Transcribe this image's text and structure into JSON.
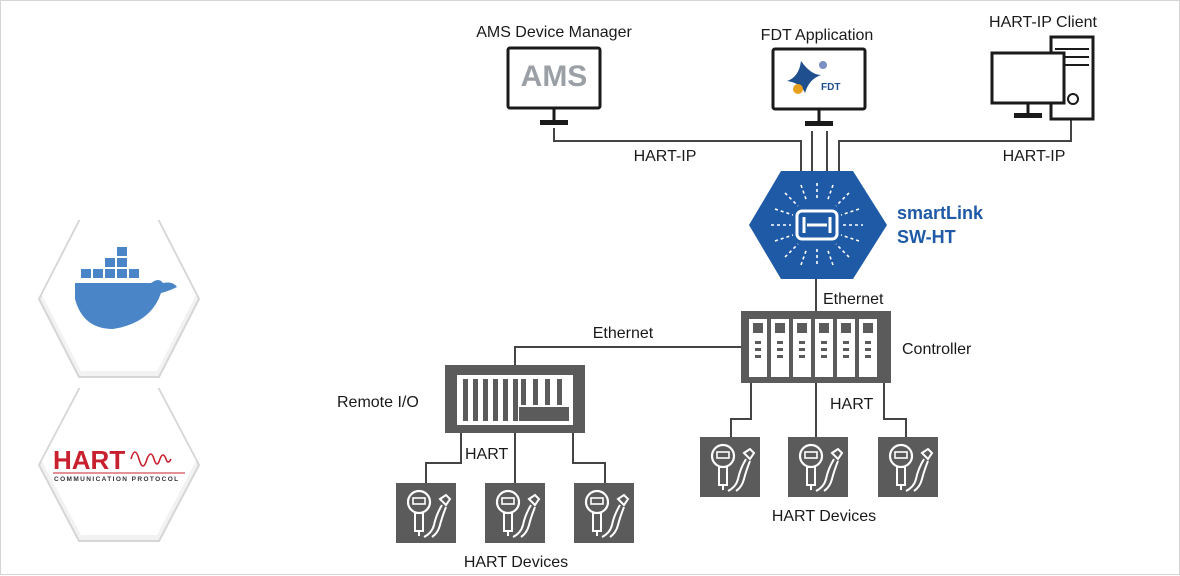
{
  "labels": {
    "ams_manager": "AMS Device Manager",
    "fdt_app": "FDT Application",
    "hart_ip_client": "HART-IP Client",
    "hart_ip_left": "HART-IP",
    "hart_ip_right": "HART-IP",
    "smartlink_line1": "smartLink",
    "smartlink_line2": "SW-HT",
    "ethernet_top": "Ethernet",
    "ethernet_left": "Ethernet",
    "controller": "Controller",
    "remote_io": "Remote I/O",
    "hart_right": "HART",
    "hart_left": "HART",
    "hart_devices_right": "HART Devices",
    "hart_devices_left": "HART Devices"
  },
  "logos": {
    "ams_text": "AMS",
    "fdt_text": "FDT",
    "hart_logo_text": "HART",
    "hart_logo_subtitle": "COMMUNICATION PROTOCOL"
  },
  "icons": {
    "docker": "docker-whale-icon",
    "hart_protocol": "hart-protocol-logo-icon",
    "monitor": "monitor-icon",
    "tower": "pc-tower-icon",
    "gateway": "smartlink-hexagon-icon",
    "device": "pressure-transmitter-icon"
  },
  "colors": {
    "accent_blue": "#1f5aa6",
    "gray_box": "#5b5b5b",
    "docker_blue": "#4a86c7",
    "hart_red": "#c8202f"
  }
}
